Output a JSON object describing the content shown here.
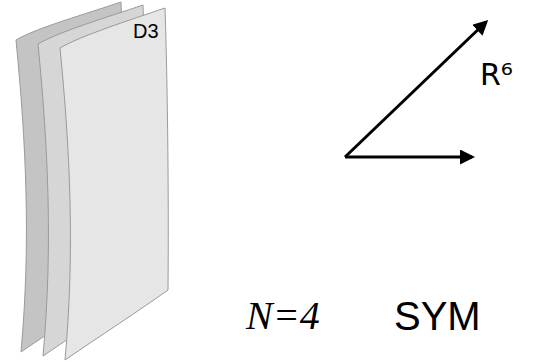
{
  "diagram": {
    "labels": [
      "D3",
      "R⁶",
      "N=4",
      "SYM"
    ]
  }
}
